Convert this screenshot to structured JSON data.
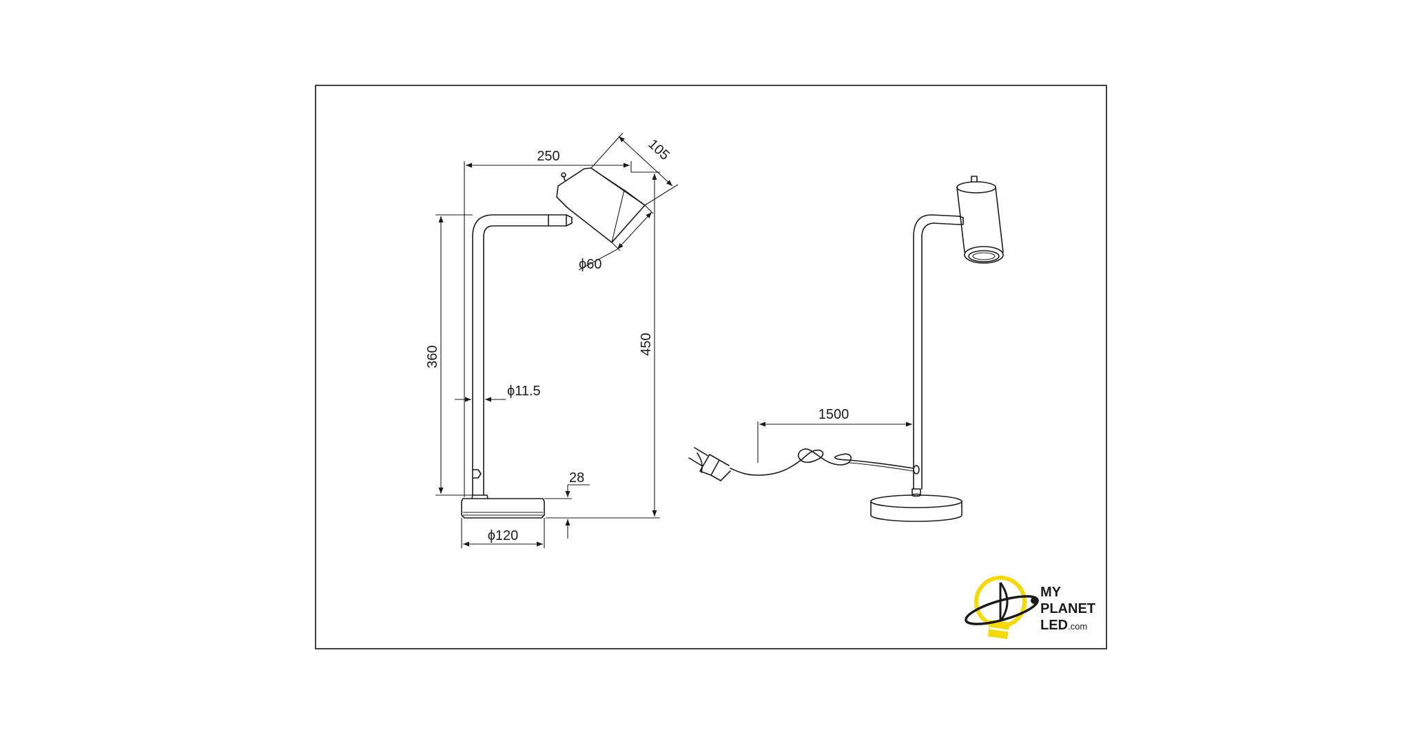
{
  "dimensions": {
    "width_total": "250",
    "shade_length": "105",
    "shade_diameter": "ϕ60",
    "arm_height": "360",
    "stem_diameter": "ϕ11.5",
    "total_height": "450",
    "base_height": "28",
    "base_diameter": "ϕ120",
    "cable_length": "1500"
  },
  "logo": {
    "line1": "MY",
    "line2": "PLANET",
    "line3_main": "LED",
    "line3_suffix": ".com",
    "accent_color": "#f5d90a",
    "icon": "planet-bulb-icon"
  },
  "colors": {
    "line": "#1a1a1a",
    "background": "#ffffff",
    "frame": "#2a2a2a"
  }
}
